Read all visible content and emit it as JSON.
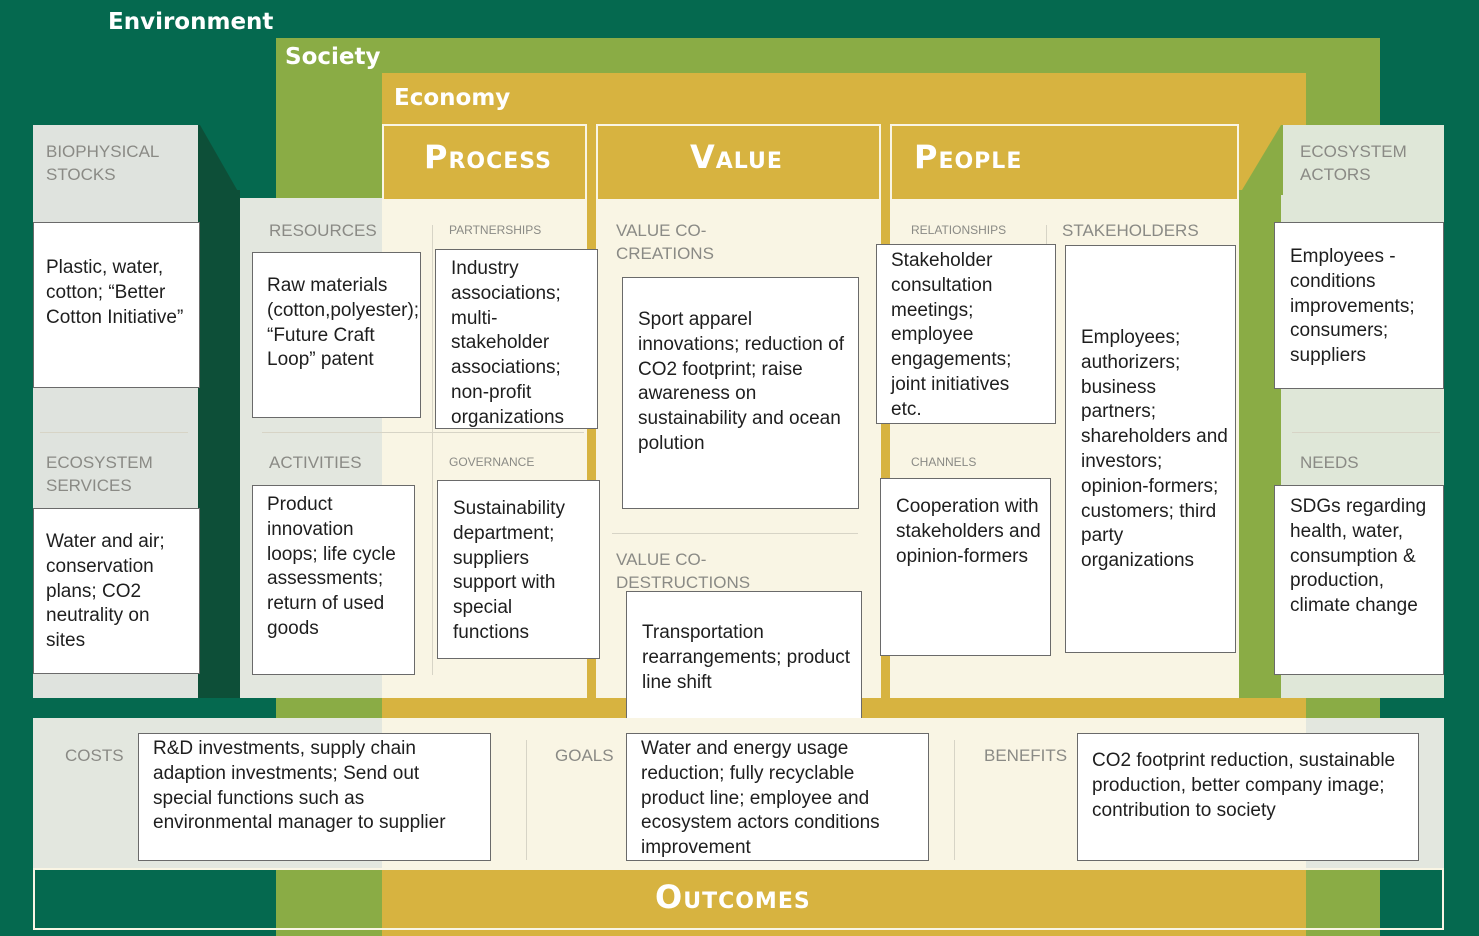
{
  "colors": {
    "environment": "#05694f",
    "society": "#8aac45",
    "economy": "#d7b340",
    "panel_cream": "#f9f5e4",
    "panel_gray": "#dfe3de",
    "side_shadow": "#0d4f38"
  },
  "layers": {
    "environment": "Environment",
    "society": "Society",
    "economy": "Economy"
  },
  "headings": {
    "process": "Process",
    "value": "Value",
    "people": "People",
    "outcomes": "Outcomes"
  },
  "left": {
    "biophysical_stocks": {
      "label": "BIOPHYSICAL STOCKS",
      "text": "Plastic, water, cotton; “Better Cotton Initiative”"
    },
    "ecosystem_services": {
      "label": "ECOSYSTEM SERVICES",
      "text": "Water and air; conservation plans; CO2 neutrality on sites"
    }
  },
  "process": {
    "resources": {
      "label": "RESOURCES",
      "text": "Raw materials (cotton,polyester); “Future Craft Loop” patent"
    },
    "partnerships": {
      "label": "PARTNERSHIPS",
      "text": "Industry associations; multi-stakeholder associations; non-profit organizations"
    },
    "activities": {
      "label": "ACTIVITIES",
      "text": "Product innovation loops; life cycle assessments; return of used goods"
    },
    "governance": {
      "label": "GOVERNANCE",
      "text": "Sustainability department; suppliers support with special functions"
    }
  },
  "value": {
    "co_creations": {
      "label": "VALUE CO-CREATIONS",
      "text": "Sport apparel innovations; reduction of CO2 footprint; raise awareness on sustainability and ocean polution"
    },
    "co_destructions": {
      "label": "VALUE CO-DESTRUCTIONS",
      "text": "Transportation rearrangements; product line shift"
    }
  },
  "people": {
    "relationships": {
      "label": "RELATIONSHIPS",
      "text": "Stakeholder consultation meetings; employee engagements; joint initiatives etc."
    },
    "stakeholders": {
      "label": "STAKEHOLDERS",
      "text": "Employees; authorizers; business partners; shareholders and investors; opinion-formers; customers; third party organizations"
    },
    "channels": {
      "label": "CHANNELS",
      "text": "Cooperation with stakeholders and opinion-formers"
    }
  },
  "right": {
    "ecosystem_actors": {
      "label": "ECOSYSTEM ACTORS",
      "text": "Employees - conditions improvements; consumers; suppliers"
    },
    "needs": {
      "label": "NEEDS",
      "text": "SDGs regarding health, water, consumption & production, climate change"
    }
  },
  "bottom": {
    "costs": {
      "label": "COSTS",
      "text": "R&D investments, supply chain adaption investments; Send out special functions such as environmental manager to supplier"
    },
    "goals": {
      "label": "GOALS",
      "text": "Water and energy  usage reduction; fully recyclable product line; employee and ecosystem actors conditions improvement"
    },
    "benefits": {
      "label": "BENEFITS",
      "text": "CO2 footprint reduction, sustainable production, better company image; contribution to society"
    }
  }
}
